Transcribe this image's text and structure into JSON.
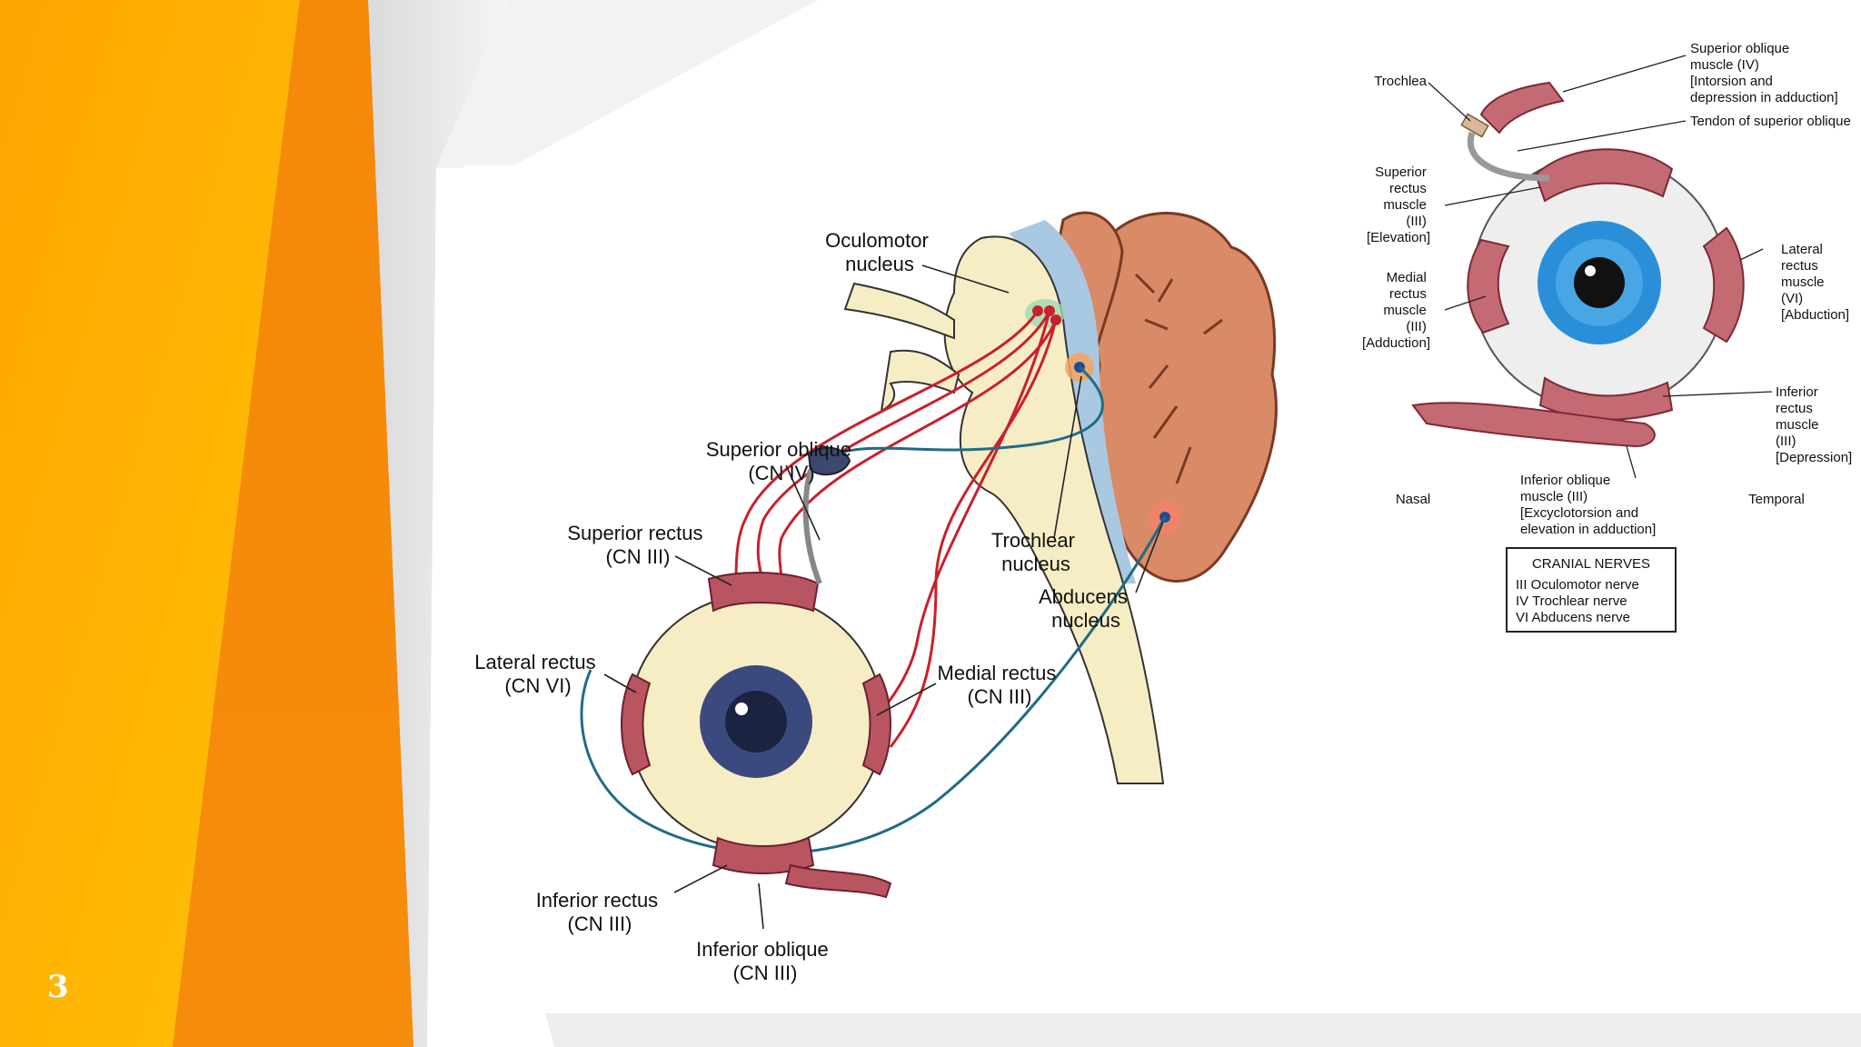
{
  "slide": {
    "number": "3"
  },
  "main_diagram": {
    "labels": {
      "oculomotor_nucleus": [
        "Oculomotor",
        "nucleus"
      ],
      "superior_oblique": [
        "Superior oblique",
        "(CN IV)"
      ],
      "superior_rectus": [
        "Superior rectus",
        "(CN III)"
      ],
      "trochlear_nucleus": [
        "Trochlear",
        "nucleus"
      ],
      "abducens_nucleus": [
        "Abducens",
        "nucleus"
      ],
      "lateral_rectus": [
        "Lateral rectus",
        "(CN VI)"
      ],
      "medial_rectus": [
        "Medial rectus",
        "(CN III)"
      ],
      "inferior_rectus": [
        "Inferior rectus",
        "(CN III)"
      ],
      "inferior_oblique": [
        "Inferior oblique",
        "(CN III)"
      ]
    }
  },
  "eye_diagram": {
    "labels": {
      "trochlea": "Trochlea",
      "superior_oblique_muscle": [
        "Superior oblique",
        "muscle (IV)",
        "[Intorsion and",
        "depression in adduction]"
      ],
      "tendon_superior_oblique": "Tendon of superior oblique",
      "superior_rectus_muscle": [
        "Superior",
        "rectus",
        "muscle",
        "(III)",
        "[Elevation]"
      ],
      "medial_rectus_muscle": [
        "Medial",
        "rectus",
        "muscle",
        "(III)",
        "[Adduction]"
      ],
      "lateral_rectus_muscle": [
        "Lateral",
        "rectus",
        "muscle",
        "(VI)",
        "[Abduction]"
      ],
      "inferior_rectus_muscle": [
        "Inferior",
        "rectus",
        "muscle",
        "(III)",
        "[Depression]"
      ],
      "nasal": "Nasal",
      "temporal": "Temporal",
      "inferior_oblique_muscle": [
        "Inferior oblique",
        "muscle (III)",
        "[Excyclotorsion and",
        "elevation in adduction]"
      ]
    },
    "legend": {
      "title": "CRANIAL NERVES",
      "items": [
        "III  Oculomotor nerve",
        "IV  Trochlear nerve",
        "VI  Abducens nerve"
      ]
    }
  },
  "colors": {
    "orange_dark": "#F28705",
    "orange_light": "#FFB300",
    "nerve_red": "#C8202C",
    "nerve_blue": "#1F6C86",
    "iris_main": "#3B4A7E",
    "iris_eye": "#2A8FD8",
    "muscle": "#B85560",
    "brainstem": "#F7EDC4",
    "cerebellum": "#D98A66"
  }
}
